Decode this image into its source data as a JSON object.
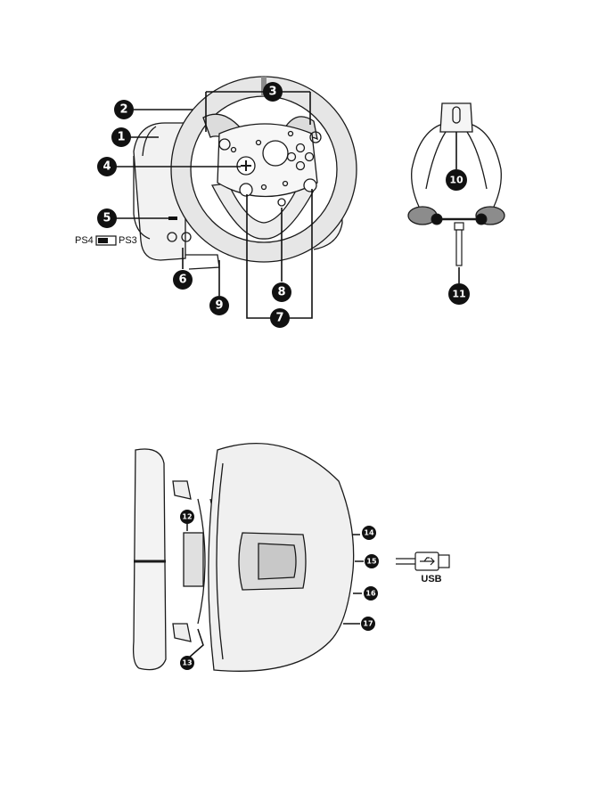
{
  "mode_switch": {
    "left_label": "PS4",
    "right_label": "PS3"
  },
  "callouts": {
    "n1": "1",
    "n2": "2",
    "n3": "3",
    "n4": "4",
    "n5": "5",
    "n6": "6",
    "n7": "7",
    "n8": "8",
    "n9": "9",
    "n10": "10",
    "n11": "11",
    "n12": "12",
    "n13": "13",
    "n14": "14",
    "n15": "15",
    "n16": "16",
    "n17": "17"
  },
  "usb_label": "USB",
  "colors": {
    "ink": "#1a1a1a",
    "callout": "#111111",
    "gray": "#8c8c8c",
    "light": "#d9d9d9"
  }
}
